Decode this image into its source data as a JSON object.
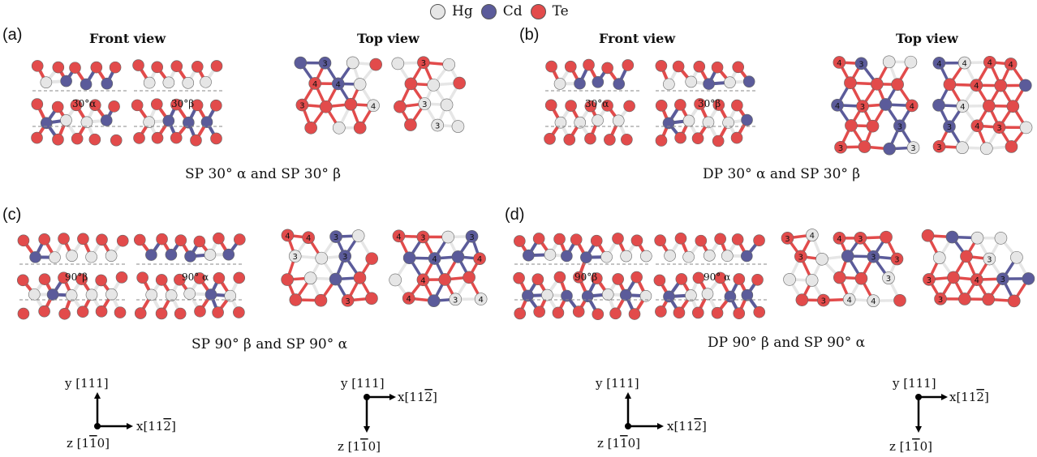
{
  "legend": {
    "items": [
      {
        "label": "Hg",
        "color": "#e6e6e6"
      },
      {
        "label": "Cd",
        "color": "#5b5b9a"
      },
      {
        "label": "Te",
        "color": "#e24b4b"
      }
    ]
  },
  "colors": {
    "Hg": "#e6e6e6",
    "Cd": "#5b5b9a",
    "Te": "#e24b4b",
    "Ar": "#f4f4f4"
  },
  "panels": {
    "a": {
      "label": "(a)",
      "front_title": "Front view",
      "top_title": "Top view",
      "caption": "SP 30° α and SP 30° β",
      "angle1": "30°α",
      "angle2": "30°β"
    },
    "b": {
      "label": "(b)",
      "front_title": "Front view",
      "top_title": "Top view",
      "caption": "DP 30° α and SP 30° β",
      "angle1": "30°α",
      "angle2": "30°β"
    },
    "c": {
      "label": "(c)",
      "caption": "SP 90° β and SP 90° α",
      "angle1": "90°β",
      "angle2": "90° α"
    },
    "d": {
      "label": "(d)",
      "caption": "DP 90° β and SP 90° α",
      "angle1": "90°β",
      "angle2": "90° α"
    }
  },
  "axes": {
    "front": {
      "y": "y [111]",
      "x": "x[11",
      "x_bar": "2",
      "x_close": "]",
      "z": "z [1",
      "z_bar": "1",
      "z_close": "0]"
    },
    "top": {
      "y": "y [111]",
      "x": "x[11",
      "x_bar": "2",
      "x_close": "]",
      "z": "z [1",
      "z_bar": "1",
      "z_close": "0]"
    }
  },
  "ring_numbers": {
    "three": "3",
    "four": "4"
  }
}
